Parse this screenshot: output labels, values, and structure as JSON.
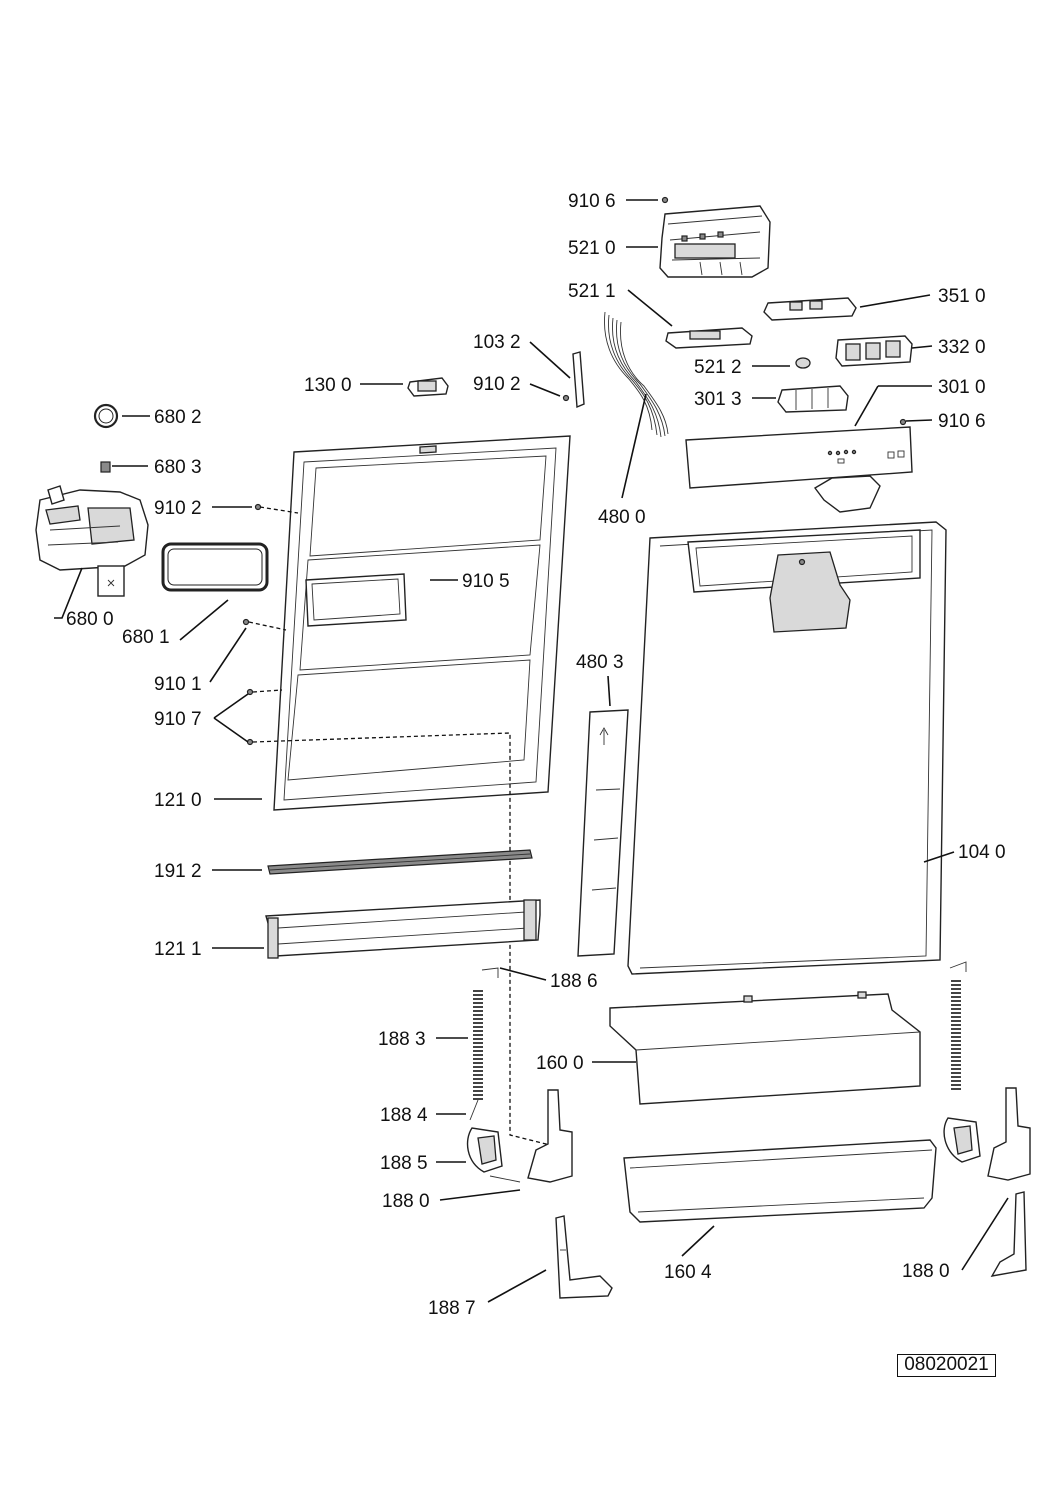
{
  "drawing_number": "08020021",
  "callouts": [
    {
      "id": "c-910-6-top",
      "label": "910 6"
    },
    {
      "id": "c-521-0",
      "label": "521 0"
    },
    {
      "id": "c-521-1",
      "label": "521 1"
    },
    {
      "id": "c-351-0",
      "label": "351 0"
    },
    {
      "id": "c-103-2",
      "label": "103 2"
    },
    {
      "id": "c-332-0",
      "label": "332 0"
    },
    {
      "id": "c-130-0",
      "label": "130 0"
    },
    {
      "id": "c-910-2-top",
      "label": "910 2"
    },
    {
      "id": "c-521-2",
      "label": "521 2"
    },
    {
      "id": "c-301-3",
      "label": "301 3"
    },
    {
      "id": "c-301-0",
      "label": "301 0"
    },
    {
      "id": "c-680-2",
      "label": "680 2"
    },
    {
      "id": "c-910-6-mid",
      "label": "910 6"
    },
    {
      "id": "c-680-3",
      "label": "680 3"
    },
    {
      "id": "c-910-2-left",
      "label": "910 2"
    },
    {
      "id": "c-480-0",
      "label": "480 0"
    },
    {
      "id": "c-910-5",
      "label": "910 5"
    },
    {
      "id": "c-680-0",
      "label": "680 0"
    },
    {
      "id": "c-680-1",
      "label": "680 1"
    },
    {
      "id": "c-480-3",
      "label": "480 3"
    },
    {
      "id": "c-910-1",
      "label": "910 1"
    },
    {
      "id": "c-910-7",
      "label": "910 7"
    },
    {
      "id": "c-121-0",
      "label": "121 0"
    },
    {
      "id": "c-104-0",
      "label": "104 0"
    },
    {
      "id": "c-191-2",
      "label": "191 2"
    },
    {
      "id": "c-121-1",
      "label": "121 1"
    },
    {
      "id": "c-188-6",
      "label": "188 6"
    },
    {
      "id": "c-188-3",
      "label": "188 3"
    },
    {
      "id": "c-160-0",
      "label": "160 0"
    },
    {
      "id": "c-188-4",
      "label": "188 4"
    },
    {
      "id": "c-188-5",
      "label": "188 5"
    },
    {
      "id": "c-188-0-left",
      "label": "188 0"
    },
    {
      "id": "c-160-4",
      "label": "160 4"
    },
    {
      "id": "c-188-0-right",
      "label": "188 0"
    },
    {
      "id": "c-188-7",
      "label": "188 7"
    }
  ]
}
